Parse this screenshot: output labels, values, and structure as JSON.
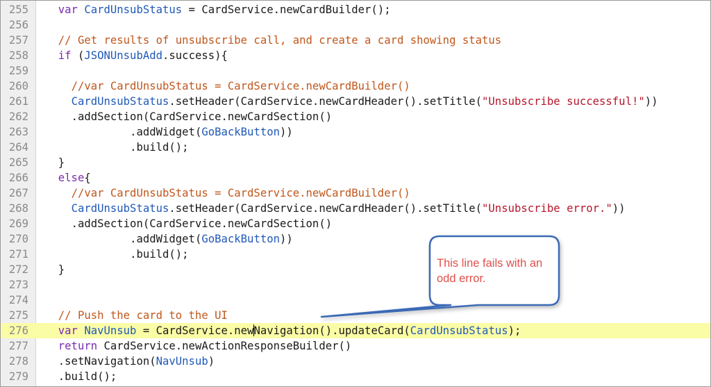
{
  "editor": {
    "lines": [
      {
        "num": "255",
        "tokens": [
          [
            "var",
            "kw"
          ],
          [
            " ",
            ""
          ],
          [
            "CardUnsubStatus",
            "var"
          ],
          [
            " = CardService.newCardBuilder();",
            ""
          ]
        ],
        "indent": "  "
      },
      {
        "num": "256",
        "tokens": [],
        "indent": ""
      },
      {
        "num": "257",
        "tokens": [
          [
            "// Get results of unsubscribe call, and create a card showing status",
            "cm"
          ]
        ],
        "indent": "  "
      },
      {
        "num": "258",
        "tokens": [
          [
            "if",
            "kw"
          ],
          [
            " (",
            ""
          ],
          [
            "JSONUnsubAdd",
            "var"
          ],
          [
            ".success){",
            ""
          ]
        ],
        "indent": "  "
      },
      {
        "num": "259",
        "tokens": [],
        "indent": ""
      },
      {
        "num": "260",
        "tokens": [
          [
            "//var CardUnsubStatus = CardService.newCardBuilder()",
            "cm"
          ]
        ],
        "indent": "    "
      },
      {
        "num": "261",
        "tokens": [
          [
            "CardUnsubStatus",
            "var"
          ],
          [
            ".setHeader(CardService.newCardHeader().setTitle(",
            ""
          ],
          [
            "\"Unsubscribe successful!\"",
            "str"
          ],
          [
            "))",
            ""
          ]
        ],
        "indent": "    "
      },
      {
        "num": "262",
        "tokens": [
          [
            ".addSection(CardService.newCardSection()",
            ""
          ]
        ],
        "indent": "    "
      },
      {
        "num": "263",
        "tokens": [
          [
            ".addWidget(",
            ""
          ],
          [
            "GoBackButton",
            "fn"
          ],
          [
            "))",
            ""
          ]
        ],
        "indent": "             "
      },
      {
        "num": "264",
        "tokens": [
          [
            ".build();",
            ""
          ]
        ],
        "indent": "             "
      },
      {
        "num": "265",
        "tokens": [
          [
            "}",
            ""
          ]
        ],
        "indent": "  "
      },
      {
        "num": "266",
        "tokens": [
          [
            "else",
            "kw"
          ],
          [
            "{",
            ""
          ]
        ],
        "indent": "  "
      },
      {
        "num": "267",
        "tokens": [
          [
            "//var CardUnsubStatus = CardService.newCardBuilder()",
            "cm"
          ]
        ],
        "indent": "    "
      },
      {
        "num": "268",
        "tokens": [
          [
            "CardUnsubStatus",
            "var"
          ],
          [
            ".setHeader(CardService.newCardHeader().setTitle(",
            ""
          ],
          [
            "\"Unsubscribe error.\"",
            "str"
          ],
          [
            "))",
            ""
          ]
        ],
        "indent": "    "
      },
      {
        "num": "269",
        "tokens": [
          [
            ".addSection(CardService.newCardSection()",
            ""
          ]
        ],
        "indent": "    "
      },
      {
        "num": "270",
        "tokens": [
          [
            ".addWidget(",
            ""
          ],
          [
            "GoBackButton",
            "fn"
          ],
          [
            "))",
            ""
          ]
        ],
        "indent": "             "
      },
      {
        "num": "271",
        "tokens": [
          [
            ".build();",
            ""
          ]
        ],
        "indent": "             "
      },
      {
        "num": "272",
        "tokens": [
          [
            "}",
            ""
          ]
        ],
        "indent": "  "
      },
      {
        "num": "273",
        "tokens": [],
        "indent": ""
      },
      {
        "num": "274",
        "tokens": [],
        "indent": ""
      },
      {
        "num": "275",
        "tokens": [
          [
            "// Push the card to the UI",
            "cm"
          ]
        ],
        "indent": "  "
      },
      {
        "num": "276",
        "tokens": [
          [
            "var",
            "kw"
          ],
          [
            " ",
            ""
          ],
          [
            "NavUnsub",
            "var"
          ],
          [
            " = CardService.new",
            ""
          ],
          [
            "|",
            "caret"
          ],
          [
            "Navigation().updateCard(",
            ""
          ],
          [
            "CardUnsubStatus",
            "var"
          ],
          [
            ");",
            ""
          ]
        ],
        "indent": "  ",
        "highlight": true
      },
      {
        "num": "277",
        "tokens": [
          [
            "return",
            "kw"
          ],
          [
            " CardService.newActionResponseBuilder()",
            ""
          ]
        ],
        "indent": "  "
      },
      {
        "num": "278",
        "tokens": [
          [
            ".setNavigation(",
            ""
          ],
          [
            "NavUnsub",
            "var"
          ],
          [
            ")",
            ""
          ]
        ],
        "indent": "  "
      },
      {
        "num": "279",
        "tokens": [
          [
            ".build();",
            ""
          ]
        ],
        "indent": "  "
      }
    ]
  },
  "callout": {
    "text": "This line fails with an odd error.",
    "border_color": "#3b6bb5",
    "text_color": "#e0504a"
  }
}
